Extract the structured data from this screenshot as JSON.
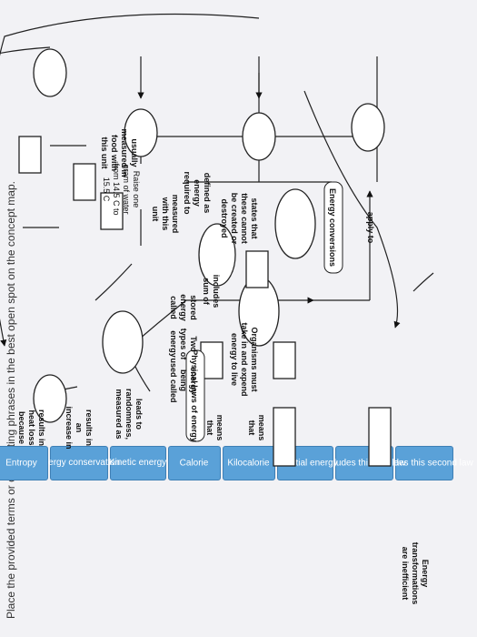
{
  "instruction": "Place the provided terms or connecting phrases in the best open spot on the concept map.",
  "term_tiles": [
    {
      "label": "Includes this second law"
    },
    {
      "label": "Includes this first law"
    },
    {
      "label": "Potential energy"
    },
    {
      "label": "Kilocalorie"
    },
    {
      "label": "Calorie"
    },
    {
      "label": "Kinetic energy"
    },
    {
      "label": "Energy conservation"
    },
    {
      "label": "Entropy"
    }
  ],
  "map": {
    "physical_laws": "Physical laws of energy",
    "apply_to": "apply to",
    "energy_conversions": "Energy conversions",
    "states_that": [
      "states that",
      "these cannot",
      "be created or",
      "destroyed"
    ],
    "measured_with": [
      "measured",
      "with this",
      "unit"
    ],
    "usually_measured": [
      "usually",
      "measured in",
      "food with",
      "this unit"
    ],
    "defined_as": [
      "defined as",
      "energy",
      "required to"
    ],
    "raise_one": [
      "Raise one",
      "gram of water",
      "from 14.5 C to",
      "15.5 C"
    ],
    "includes_sum": [
      "includes",
      "sum of"
    ],
    "stored_energy": [
      "stored",
      "energy",
      "called"
    ],
    "two_types": [
      "Two",
      "types of",
      "energy"
    ],
    "energy_being": [
      "energy",
      "being",
      "used called"
    ],
    "organisms": [
      "Organisms must",
      "take in and expend",
      "energy to live"
    ],
    "means_that_1": [
      "means",
      "that"
    ],
    "means_that_2": [
      "means",
      "that"
    ],
    "leads_to": [
      "leads to",
      "randomness,",
      "measured as"
    ],
    "results_in": [
      "results in",
      "an",
      "increase in"
    ],
    "results_heat": [
      "results in",
      "heat loss",
      "because"
    ],
    "transformations": [
      "Energy",
      "transformations",
      "are inefficient"
    ]
  }
}
